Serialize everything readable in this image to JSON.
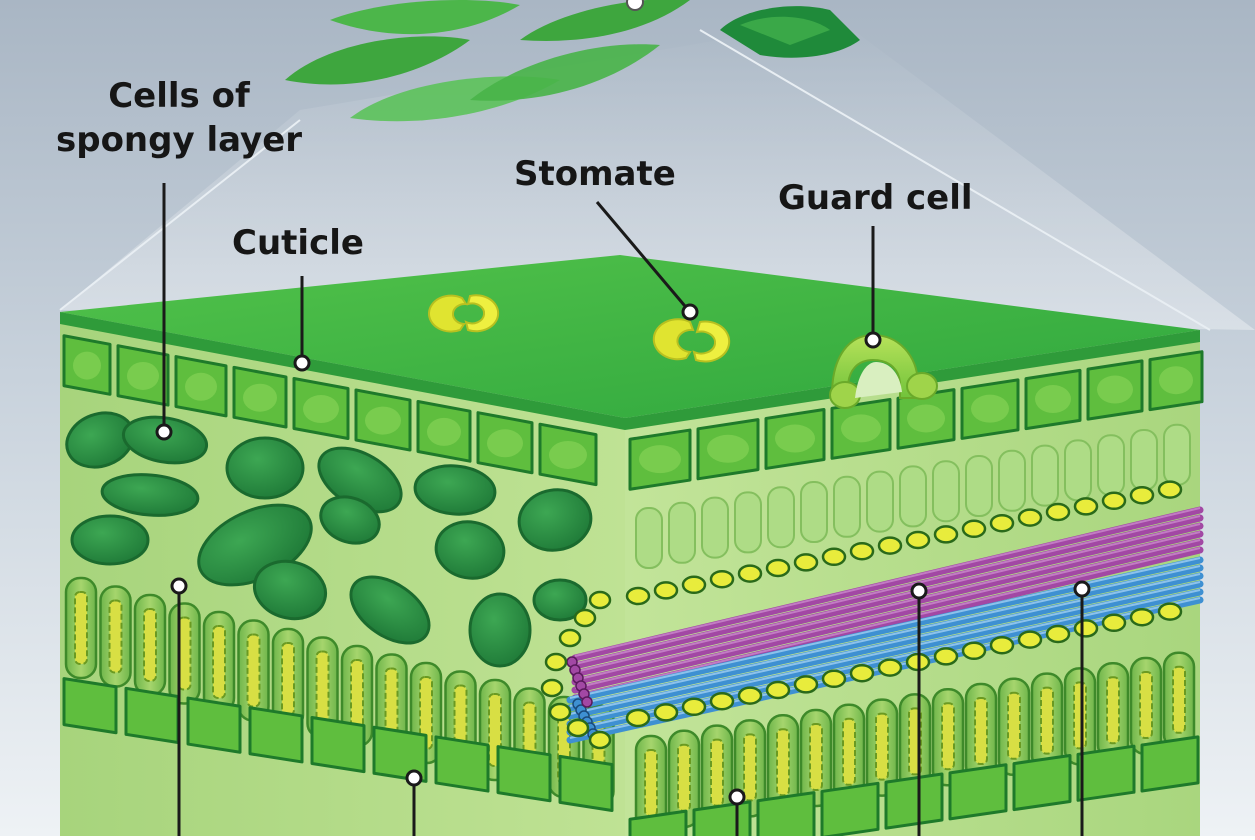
{
  "labels": {
    "spongy_line1": "Cells of",
    "spongy_line2": "spongy layer",
    "cuticle": "Cuticle",
    "stomate": "Stomate",
    "guard_cell": "Guard cell"
  },
  "colors": {
    "background_top": "#a9b6c4",
    "background_bottom": "#edf1f4",
    "leaf_green": "#3fae3f",
    "top_surface": "#3eb645",
    "tissue_light": "#b6de8a",
    "spongy_cell": "#2d9046",
    "palisade_cell": "#96cc5e",
    "chloroplast_yellow": "#e4e83c",
    "xylem_purple": "#9b3a9c",
    "phloem_blue": "#3e8fd0",
    "guard_cell_yellow": "#eef040",
    "pointer_line": "#1a1a1a"
  },
  "icons": [
    "leaf-icon",
    "stomate-icon",
    "guard-cell-icon"
  ]
}
